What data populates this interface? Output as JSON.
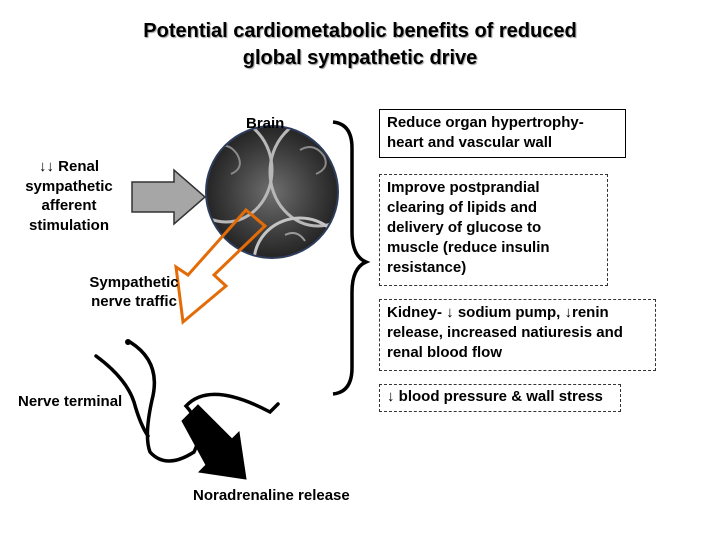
{
  "title": {
    "line1": "Potential cardiometabolic benefits of reduced",
    "line2": "global sympathetic drive"
  },
  "labels": {
    "brain": "Brain",
    "renal_line1": "↓↓ Renal",
    "renal_line2": "sympathetic",
    "renal_line3": "afferent",
    "renal_line4": "stimulation",
    "sympathetic_line1": "Sympathetic",
    "sympathetic_line2": "nerve traffic",
    "nerve_terminal": "Nerve terminal",
    "noradrenaline": "Noradrenaline release"
  },
  "benefits": [
    {
      "line1": "Reduce organ hypertrophy-",
      "line2": "heart and vascular wall"
    },
    {
      "line1": "Improve postprandial",
      "line2": "clearing of lipids and",
      "line3": "delivery of glucose to",
      "line4": "muscle (reduce insulin",
      "line5": "resistance)"
    },
    {
      "line1": "Kidney- ↓ sodium pump, ↓renin",
      "line2": "release, increased natiuresis and",
      "line3": "renal blood flow"
    },
    {
      "line1": "↓ blood pressure & wall stress"
    }
  ],
  "colors": {
    "arrow_gray": "#a6a6a6",
    "arrow_orange": "#e36c09"
  }
}
